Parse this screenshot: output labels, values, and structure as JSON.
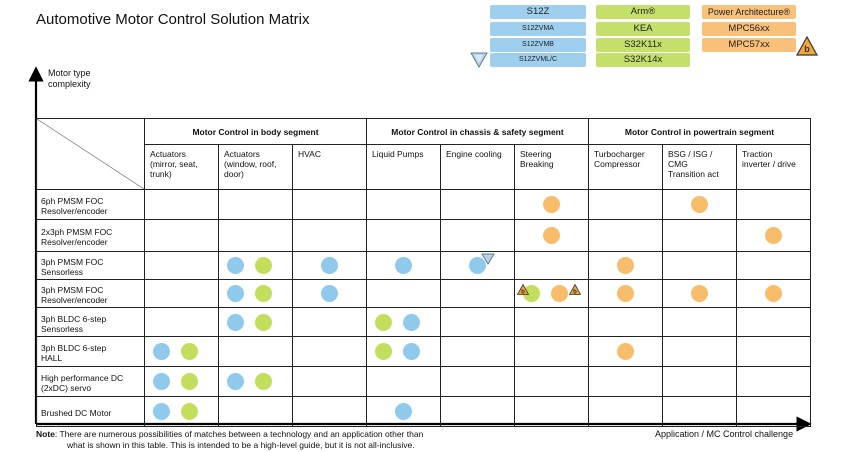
{
  "title": "Automotive Motor Control Solution Matrix",
  "legend": {
    "col1": [
      "S12Z",
      "S12ZVMA",
      "S12ZVMB",
      "S12ZVML/C"
    ],
    "col2": [
      "Arm®",
      "KEA",
      "S32K11x",
      "S32K14x"
    ],
    "col3": [
      "Power Architecture®",
      "MPC56xx",
      "MPC57xx"
    ]
  },
  "y_axis_label": [
    "Motor type",
    "complexity"
  ],
  "x_axis_label": "Application / MC Control challenge",
  "segments": [
    "Motor Control in body segment",
    "Motor Control in chassis & safety segment",
    "Motor Control in powertrain segment"
  ],
  "applications": [
    [
      "Actuators",
      "(mirror, seat,",
      "trunk)"
    ],
    [
      "Actuators",
      "(window, roof,",
      "door)"
    ],
    [
      "HVAC"
    ],
    [
      "Liquid Pumps"
    ],
    [
      "Engine cooling"
    ],
    [
      "Steering",
      "Breaking"
    ],
    [
      "Turbocharger",
      "Compressor"
    ],
    [
      "BSG / ISG /",
      "CMG",
      "Transition act"
    ],
    [
      "Traction",
      "inverter / drive"
    ]
  ],
  "rows": [
    {
      "label": [
        "6ph PMSM FOC",
        "Resolver/encoder"
      ]
    },
    {
      "label": [
        "2x3ph PMSM FOC",
        "Resolver/encoder"
      ]
    },
    {
      "label": [
        "3ph PMSM FOC",
        "Sensorless"
      ]
    },
    {
      "label": [
        "3ph PMSM FOC",
        "Resolver/encoder"
      ]
    },
    {
      "label": [
        "3ph BLDC 6-step",
        "Sensorless"
      ]
    },
    {
      "label": [
        "3ph BLDC 6-step",
        "HALL"
      ]
    },
    {
      "label": [
        "High performance DC",
        "(2xDC) servo"
      ]
    },
    {
      "label": [
        "Brushed DC Motor"
      ]
    }
  ],
  "colors": {
    "blue": "#8fc9ec",
    "green": "#c3de5d",
    "orange": "#f8bd6a"
  },
  "matrix": [
    [
      [],
      [],
      [],
      [],
      [],
      [
        "orange"
      ],
      [],
      [
        "orange"
      ],
      []
    ],
    [
      [],
      [],
      [],
      [],
      [],
      [
        "orange"
      ],
      [],
      [],
      [
        "orange"
      ]
    ],
    [
      [],
      [
        "blue",
        "green"
      ],
      [
        "blue"
      ],
      [
        "blue"
      ],
      [
        "blue"
      ],
      [],
      [
        "orange"
      ],
      [],
      []
    ],
    [
      [],
      [
        "blue",
        "green"
      ],
      [
        "blue"
      ],
      [],
      [],
      [
        "green",
        "orange"
      ],
      [
        "orange"
      ],
      [
        "orange"
      ],
      [
        "orange"
      ]
    ],
    [
      [],
      [
        "blue",
        "green"
      ],
      [],
      [
        "green",
        "blue"
      ],
      [],
      [],
      [],
      [],
      []
    ],
    [
      [
        "blue",
        "green"
      ],
      [],
      [],
      [
        "green",
        "blue"
      ],
      [],
      [],
      [
        "orange"
      ],
      [],
      []
    ],
    [
      [
        "blue",
        "green"
      ],
      [
        "blue",
        "green"
      ],
      [],
      [],
      [],
      [],
      [],
      [],
      []
    ],
    [
      [
        "blue",
        "green"
      ],
      [],
      [],
      [
        "blue"
      ],
      [],
      [],
      [],
      [],
      []
    ]
  ],
  "note": {
    "prefix": "Note",
    "line1": ": There are numerous possibilities of matches between a technology and an application other than",
    "line2": "what is shown in this table. This is intended to be a high-level guide, but it is not all-inclusive."
  }
}
